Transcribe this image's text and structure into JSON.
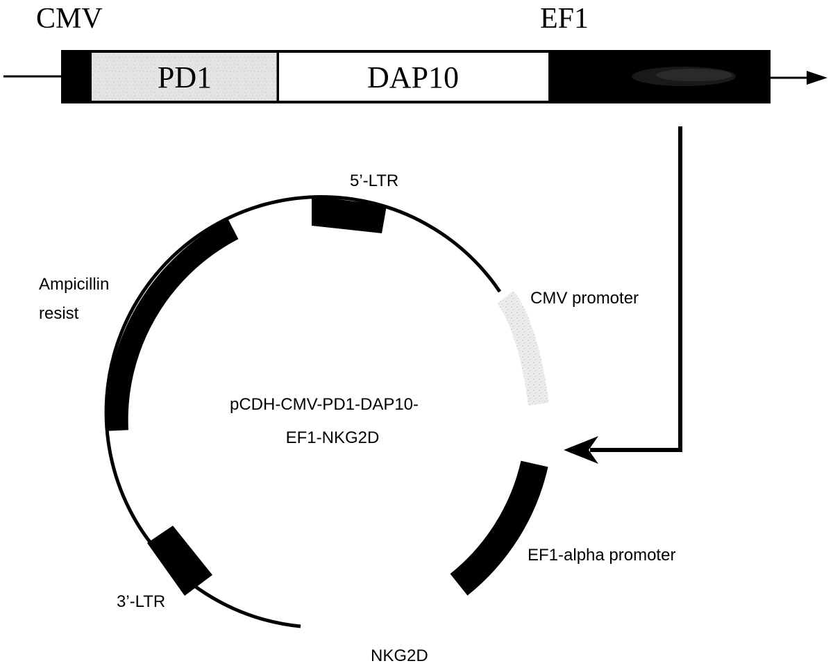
{
  "top_construct": {
    "promoter_labels": {
      "cmv": "CMV",
      "ef1": "EF1"
    },
    "segments": {
      "pd1": "PD1",
      "dap10": "DAP10"
    }
  },
  "plasmid": {
    "name_line1": "pCDH-CMV-PD1-DAP10-",
    "name_line2": "EF1-NKG2D",
    "features": {
      "ltr5": "5’-LTR",
      "ampicillin_line1": "Ampicillin",
      "ampicillin_line2": "resist",
      "cmv_promoter": "CMV promoter",
      "ef1_alpha_promoter": "EF1-alpha promoter",
      "ltr3": "3’-LTR",
      "nkg2d": "NKG2D"
    }
  },
  "colors": {
    "ink": "#000000",
    "pd1_fill": "#e6e6e6",
    "dap10_fill": "#ffffff",
    "cmv_promoter_fill": "#ececec",
    "nkg2d_block_fill": "#0a0a0a",
    "nkg2d_text_smudge": "#3a3a3a"
  }
}
